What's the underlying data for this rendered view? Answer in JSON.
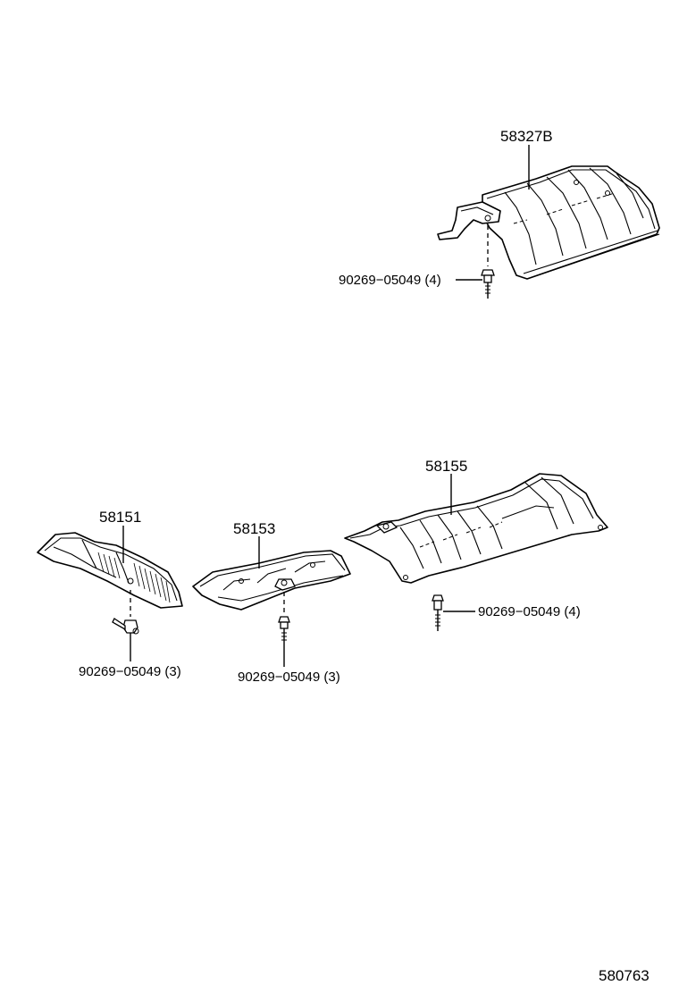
{
  "diagram": {
    "parts": [
      {
        "id": "58327B",
        "label": "58327B"
      },
      {
        "id": "58151",
        "label": "58151"
      },
      {
        "id": "58153",
        "label": "58153"
      },
      {
        "id": "58155",
        "label": "58155"
      }
    ],
    "fasteners": [
      {
        "for": "58327B",
        "label": "90269−05049 (4)"
      },
      {
        "for": "58151",
        "label": "90269−05049 (3)"
      },
      {
        "for": "58153",
        "label": "90269−05049 (3)"
      },
      {
        "for": "58155",
        "label": "90269−05049 (4)"
      }
    ],
    "illustration_number": "580763"
  }
}
